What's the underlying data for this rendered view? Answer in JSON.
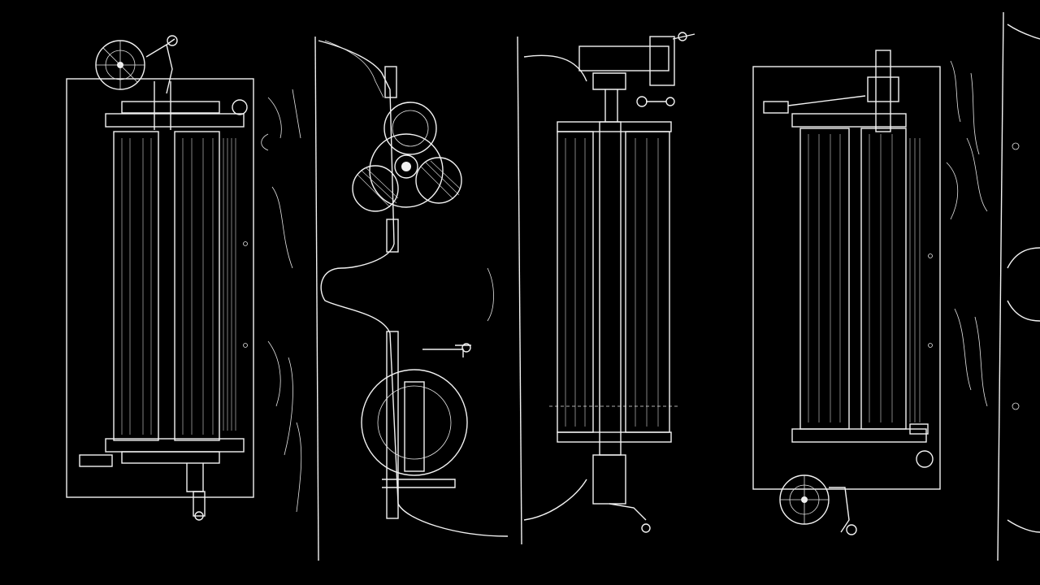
{
  "image": {
    "kind": "patent drawing, white ink on black",
    "colors": {
      "background": "#000000",
      "ink": "#f2f2f2"
    }
  },
  "panels": [
    {
      "name": "roller-machine-top-view-left"
    },
    {
      "name": "side-profile-with-gear-section"
    },
    {
      "name": "roller-machine-front-view-center"
    },
    {
      "name": "roller-machine-top-view-right"
    },
    {
      "name": "partial-profile-right-edge"
    }
  ]
}
